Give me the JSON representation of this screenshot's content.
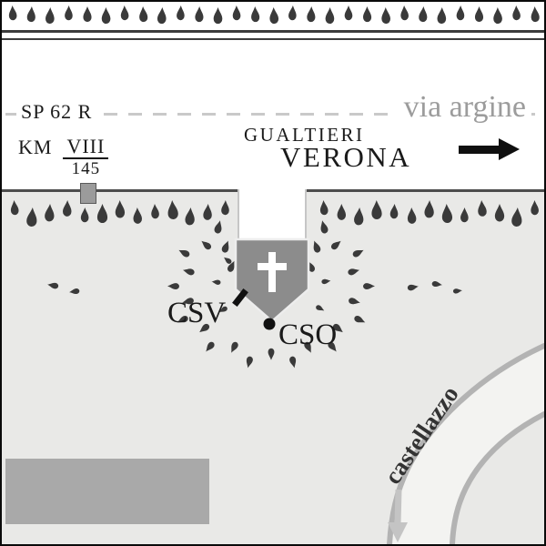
{
  "top_road": {
    "name_left": "SP 62 R",
    "name_right": "via argine",
    "km": {
      "prefix": "KM",
      "roman": "VIII",
      "meters": "145"
    },
    "destinations": {
      "near": "GUALTIERI",
      "far": "VERONA"
    }
  },
  "site": {
    "csv": "CSV",
    "cso": "CSO"
  },
  "bottom_road": {
    "name": "castellazzo"
  },
  "icons": {
    "right-arrow-icon": "solid black arrow pointing right (direction Verona)",
    "down-arrow-icon": "light gray arrow pointing down (castellazzo road direction)",
    "latin-cross-icon": "white latin cross on monument",
    "vegetation-mark": "dark teardrop hatching mark"
  },
  "colors": {
    "field": "#e9e9e7",
    "monument": "#8c8c8c",
    "cross": "#ffffff",
    "vegetation_mark": "#3a3a3a",
    "road_edge": "#b3b3b3",
    "road_surface": "#f3f3f1",
    "building": "#a9a9a9",
    "gray_text": "#9c9c9c",
    "marker_black": "#111111"
  }
}
